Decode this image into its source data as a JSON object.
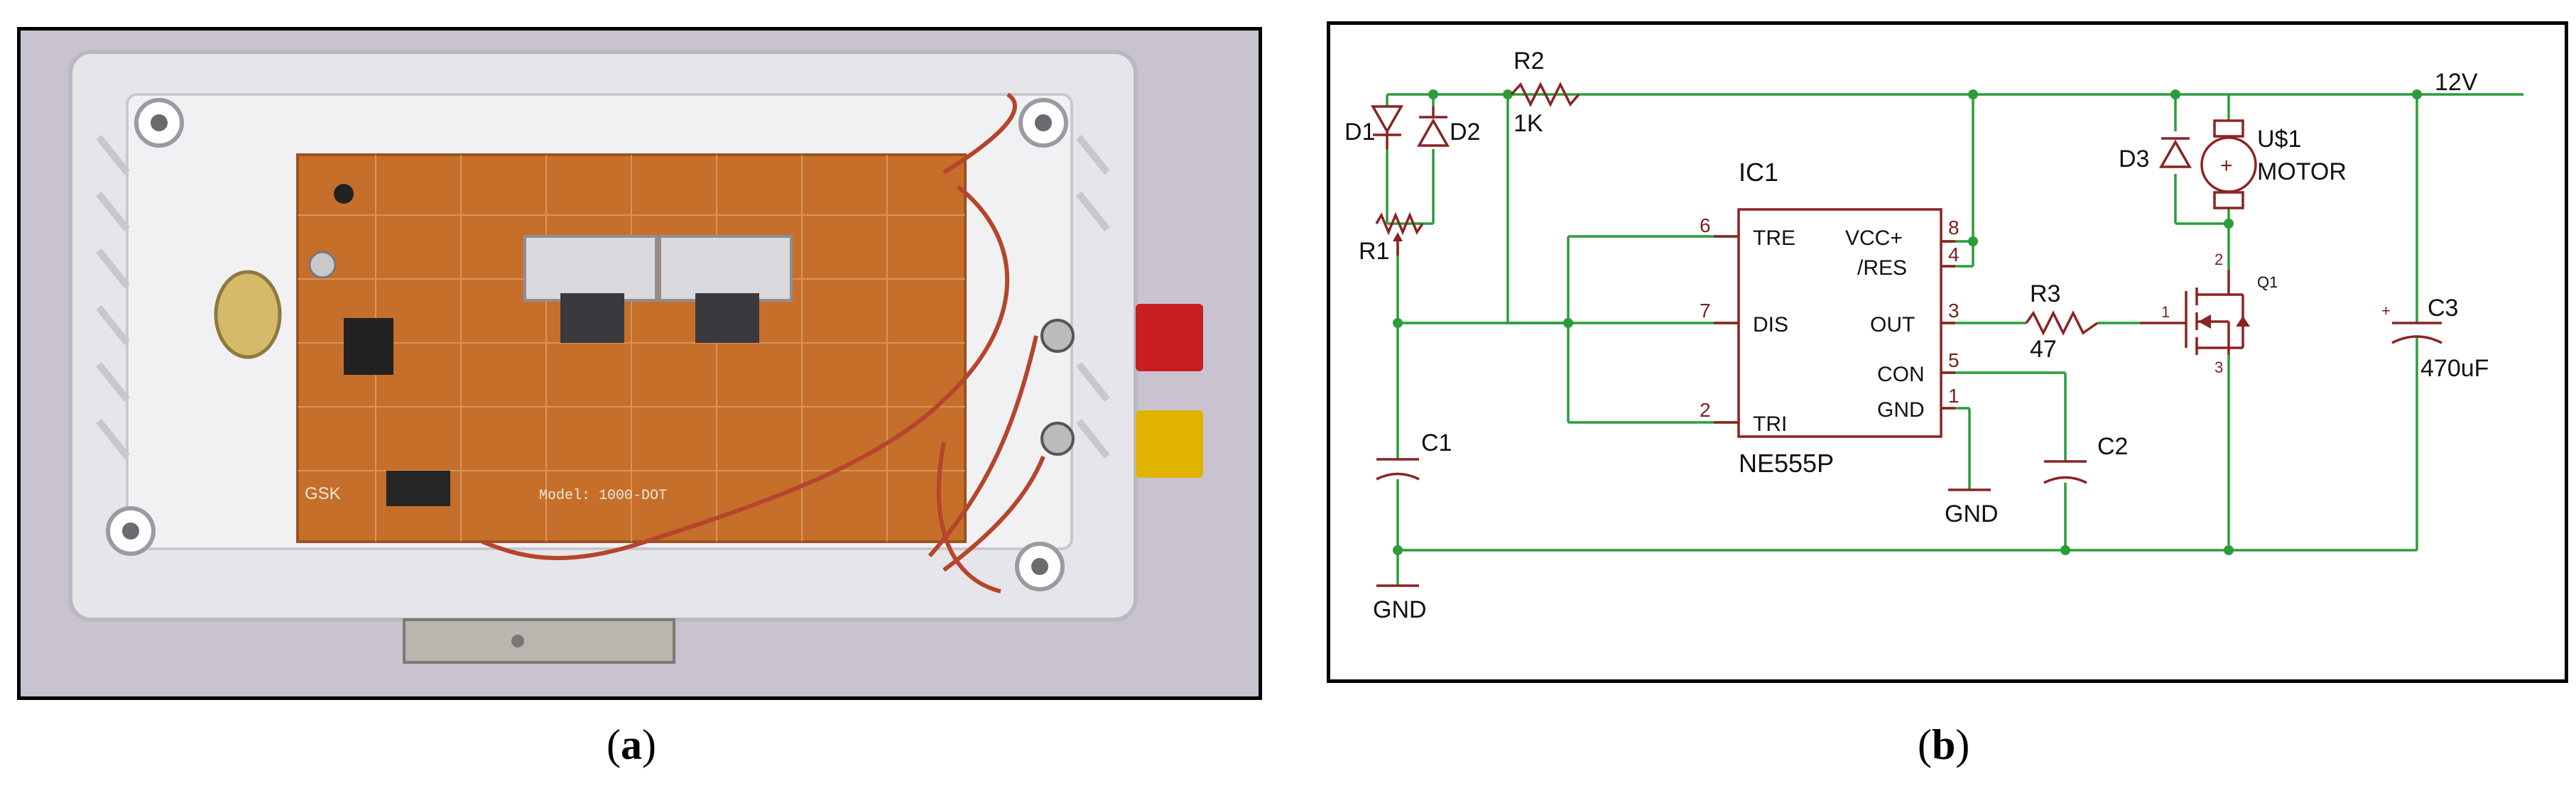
{
  "figure": {
    "panel_a_caption": "a",
    "panel_b_caption": "b"
  },
  "photo": {
    "board_text_brand": "GSK",
    "board_text_model": "Model: 1000-DOT"
  },
  "schematic": {
    "supply_label": "12V",
    "d1": "D1",
    "d2": "D2",
    "d3": "D3",
    "r1": "R1",
    "r2": "R2",
    "r2_value": "1K",
    "r3": "R3",
    "r3_value": "47",
    "c1": "C1",
    "c2": "C2",
    "c3": "C3",
    "c3_value": "470uF",
    "ic_name": "IC1",
    "ic_part": "NE555P",
    "pin_tre": "TRE",
    "pin_vcc": "VCC+",
    "pin_res": "/RES",
    "pin_dis": "DIS",
    "pin_out": "OUT",
    "pin_con": "CON",
    "pin_tri": "TRI",
    "pin_gnd": "GND",
    "pin6": "6",
    "pin8": "8",
    "pin4": "4",
    "pin7": "7",
    "pin3": "3",
    "pin5": "5",
    "pin2": "2",
    "pin1": "1",
    "motor_ref": "U$1",
    "motor_label": "MOTOR",
    "q1": "Q1",
    "q_pin1": "1",
    "q_pin2": "2",
    "q_pin3": "3",
    "gnd_ic": "GND",
    "gnd_main": "GND",
    "colors": {
      "wire": "#2a9d3a",
      "symbol": "#8b2323",
      "node": "#2a9d3a"
    }
  }
}
